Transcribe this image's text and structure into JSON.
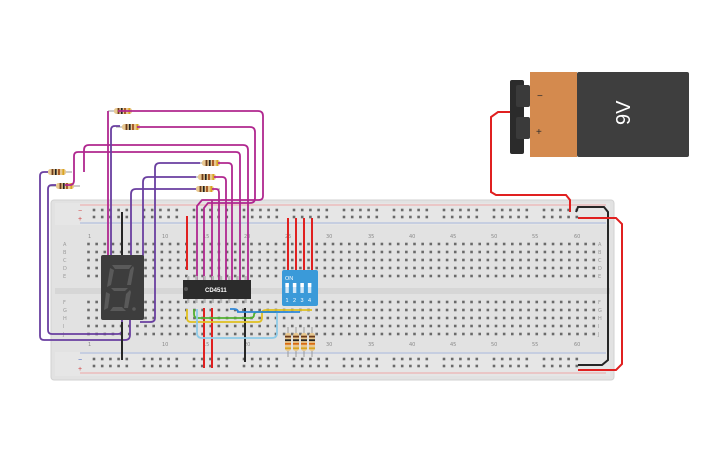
{
  "battery": {
    "label": "9V",
    "minus": "−",
    "plus": "+"
  },
  "ic": {
    "label": "CD4511"
  },
  "dip_switch": {
    "on_label": "ON",
    "positions": [
      "1",
      "2",
      "3",
      "4"
    ]
  },
  "breadboard": {
    "column_numbers_top": [
      "1",
      "10",
      "15",
      "20",
      "25",
      "30",
      "35",
      "40",
      "45",
      "50",
      "55",
      "60"
    ],
    "column_numbers_bottom": [
      "1",
      "10",
      "15",
      "20",
      "25",
      "30",
      "35",
      "40",
      "45",
      "50",
      "55",
      "60"
    ],
    "row_letters_top": [
      "A",
      "B",
      "C",
      "D",
      "E"
    ],
    "row_letters_bottom": [
      "F",
      "G",
      "H",
      "I",
      "J"
    ],
    "rail_minus": "−",
    "rail_plus": "+"
  },
  "colors": {
    "wire_magenta": "#b0278f",
    "wire_purple": "#6a3fa0",
    "wire_red": "#e02020",
    "wire_black": "#262626",
    "wire_yellow": "#e0c020",
    "wire_green": "#52b030",
    "wire_blue": "#2f86d6",
    "wire_lightblue": "#8ecbe8",
    "dip_body": "#3a9ad9",
    "battery_body": "#d48a4e"
  }
}
